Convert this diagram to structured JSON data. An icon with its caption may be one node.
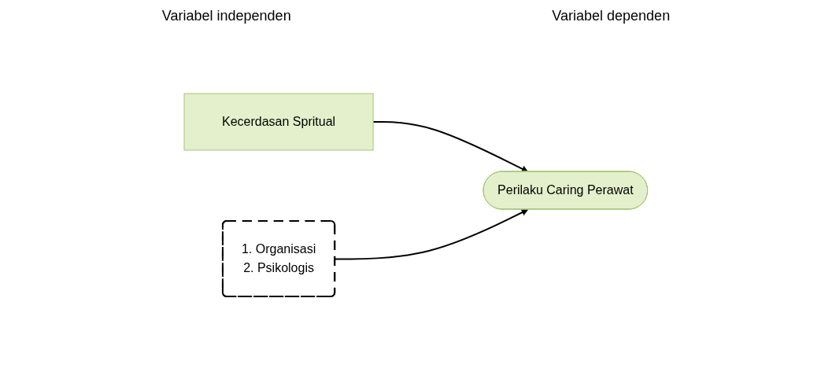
{
  "diagram": {
    "nodes": [
      {
        "text": [
          "Kecerdasan Spritual"
        ]
      },
      {
        "text": [
          "Perilaku Caring Perawat"
        ]
      },
      {
        "text": [
          "1. Organisasi",
          "2. Psikologis"
        ]
      }
    ],
    "edges": [
      {
        "from": 0,
        "to": 1,
        "arrow": "to"
      },
      {
        "from": 2,
        "to": 1,
        "arrow": "to"
      }
    ],
    "labels": [
      "Variabel independen",
      "Variabel dependen"
    ]
  }
}
